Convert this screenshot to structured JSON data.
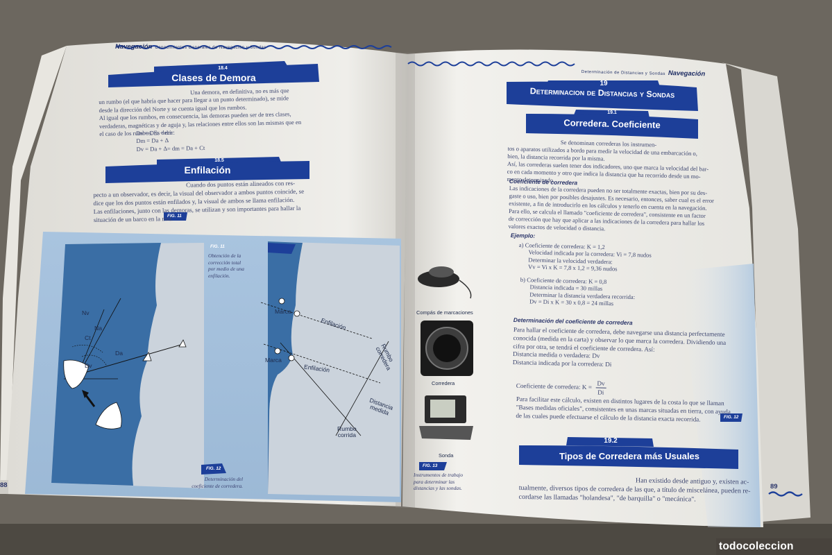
{
  "left_page": {
    "header": {
      "title": "Navegación",
      "subtitle": "Conocimientos Generales de Navegación y Sondas"
    },
    "section_185_4": {
      "number": "18.4",
      "title": "Clases de Demora"
    },
    "demora_text": [
      "Una demora, en definitiva, no es más que",
      "un rumbo (el que habría que hacer para llegar a un punto determinado), se mide",
      "desde la dirección del Norte y se cuenta igual que los rumbos.",
      "Al igual que los rumbos, en consecuencia, las demoras pueden ser de tres clases,",
      "verdaderas, magnéticas y de aguja y, las relaciones entre ellos son las mismas que en",
      "el caso de los rumbos. Es decir:"
    ],
    "formulas": [
      "Dv = Dm + dm",
      "Dm = Da + Δ",
      "Dv = Da + Δ= dm = Da + Ct"
    ],
    "section_185_5": {
      "number": "18.5",
      "title": "Enfilación"
    },
    "enfilacion_text": [
      "Cuando dos puntos están alineados con res-",
      "pecto a un observador, es decir, la visual del observador a ambos puntos coincide, se",
      "dice que los dos puntos están enfilados y, la visual de ambos se llama enfilación.",
      "Las enfilaciones, junto con las demoras, se utilizan y son importantes para hallar la",
      "situación de un barco en la mar."
    ],
    "fig_ref": "FIG. 11",
    "fig11": {
      "tag": "FIG. 11",
      "caption": [
        "Obtención de la",
        "corrección total",
        "por medio de una",
        "enfilación."
      ]
    },
    "fig12": {
      "tag": "FIG. 12",
      "caption": [
        "Determinación del",
        "coeficiente de corredera."
      ]
    },
    "diagram1_labels": {
      "nv": "Nv",
      "na": "Na",
      "ct": "Ct",
      "da": "Da",
      "dv": "Dv"
    },
    "diagram2_labels": {
      "marca1": "Marca",
      "marca2": "Marca",
      "enfilacion1": "Enfilación",
      "enfilacion2": "Enfilación",
      "rumbo_corredera": [
        "Rumbo",
        "corredera"
      ],
      "distancia_medida": [
        "Distancia",
        "medida"
      ],
      "rumbo_corrida": [
        "Rumbo",
        "corrida"
      ]
    },
    "instruments": {
      "compas": "Compás de marcaciones",
      "corredera": "Corredera",
      "sonda": "Sonda"
    },
    "fig13": {
      "tag": "FIG. 13",
      "caption": [
        "Instrumentos de trabajo",
        "para determinar las",
        "distancias y las sondas."
      ]
    },
    "page_number": "88"
  },
  "right_page": {
    "header": {
      "subtitle": "Determinación de Distancias y Sondas",
      "title": "Navegación"
    },
    "chapter": {
      "number": "19",
      "title": "Determinacion de Distancias y Sondas"
    },
    "section_19_1": {
      "number": "19.1",
      "title": "Corredera. Coeficiente"
    },
    "intro_text": [
      "Se denominan correderas los instrumen-",
      "tos o aparatos utilizados a bordo para medir la velocidad de una embarcación o,",
      "bien, la distancia recorrida por la misma.",
      "Así, las correderas suelen tener dos indicadores, uno que marca la velocidad del bar-",
      "co en cada momento y otro que indica la distancia que ha recorrido desde un mo-",
      "mento determinado."
    ],
    "sub_coef": "Coeficiente de corredera",
    "coef_text": [
      "Las indicaciones de la corredera pueden no ser totalmente exactas, bien por su des-",
      "gaste o uso, bien por posibles desajustes. Es necesario, entonces, saber cual es el error",
      "existente, a fin de introducirlo en los cálculos y tenerlo en cuenta en la navegación.",
      "Para ello, se calcula el llamado \"coeficiente de corredera\", consistente en un factor",
      "de corrección que hay que aplicar a las indicaciones de la corredera para hallar los",
      "valores exactos de velocidad o distancia."
    ],
    "sub_ejemplo": "Ejemplo:",
    "example_a": [
      "a) Coeficiente de corredera: K = 1,2",
      "Velocidad indicada por la corredera: Vi = 7,8 nudos",
      "Determinar la velocidad verdadera:",
      "Vv = Vi x K = 7,8 x 1,2 = 9,36 nudos"
    ],
    "example_b": [
      "b) Coeficiente de corredera: K = 0,8",
      "Distancia indicada = 30 millas",
      "Determinar la distancia verdadera recorrida:",
      "Dv = Di x K = 30 x 0,8 = 24 millas"
    ],
    "sub_determinacion": "Determinación del coeficiente de corredera",
    "det_text": [
      "Para hallar el coeficiente de corredera, debe navegarse una distancia perfectamente",
      "conocida (medida en la carta) y observar lo que marca la corredera. Dividiendo una",
      "cifra por otra, se tendrá el coeficiente de corredera. Así:",
      "Distancia medida o verdadera: Dv",
      "Distancia indicada por la corredera: Di"
    ],
    "coef_formula": {
      "prefix": "Coeficiente de corredera: K =",
      "num": "Dv",
      "den": "Di"
    },
    "bases_text": [
      "Para facilitar este cálculo, existen en distintos lugares de la costa lo que se llaman",
      "\"Bases medidas oficiales\", consistentes en unas marcas situadas en tierra, con ayuda",
      "de las cuales puede efectuarse el cálculo de la distancia exacta recorrida."
    ],
    "fig_ref": "FIG. 12",
    "section_19_2": {
      "number": "19.2",
      "title": "Tipos de Corredera más Usuales"
    },
    "tipos_text": [
      "Han existido desde antiguo y, existen ac-",
      "tualmente, diversos tipos de corredera de las que, a título de miscelánea, pueden re-",
      "cordarse las llamadas \"holandesa\", \"de barquilla\" o \"mecánica\"."
    ],
    "page_number": "89"
  },
  "watermark": "todocoleccion",
  "colors": {
    "navy": "#1d3f99",
    "sea": "#3a6ea5",
    "land": "#cbd3dc",
    "panel": "#a7c3e0",
    "paper": "#f1f0ec"
  }
}
